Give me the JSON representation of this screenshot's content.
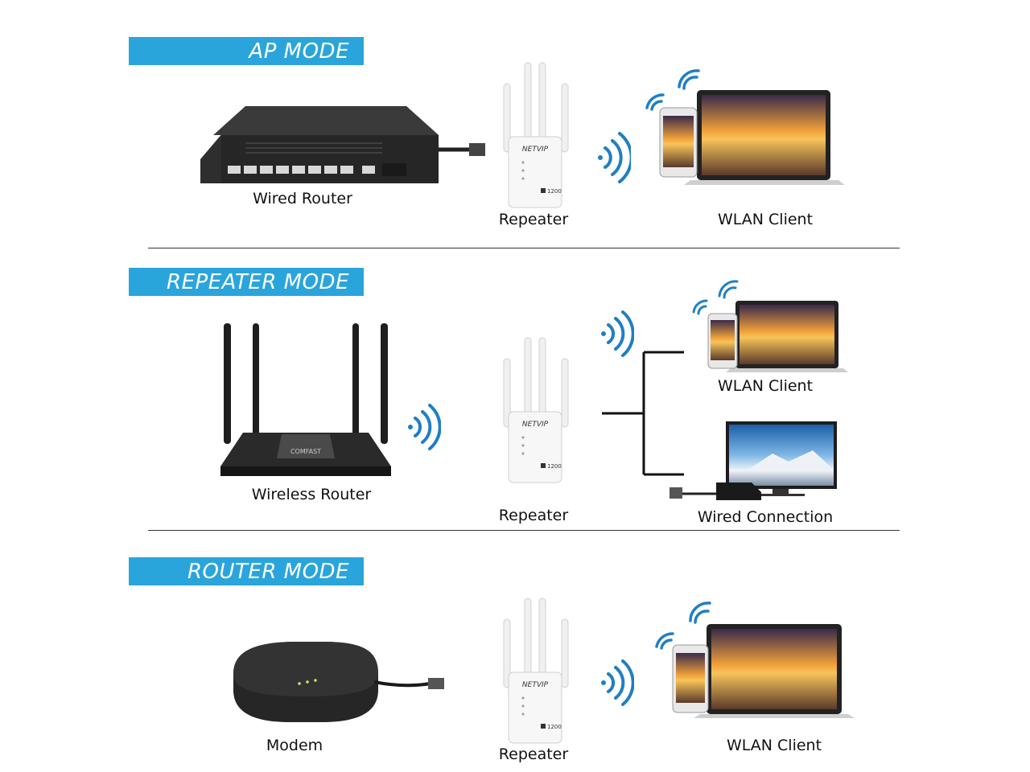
{
  "sections": {
    "ap": {
      "title": "AP MODE",
      "source_label": "Wired Router",
      "repeater_label": "Repeater",
      "client_label": "WLAN Client"
    },
    "repeater": {
      "title": "REPEATER MODE",
      "source_label": "Wireless Router",
      "repeater_label": "Repeater",
      "client_label": "WLAN Client",
      "wired_label": "Wired Connection"
    },
    "router": {
      "title": "ROUTER MODE",
      "source_label": "Modem",
      "repeater_label": "Repeater",
      "client_label": "WLAN Client"
    }
  },
  "device_text": {
    "repeater_brand": "NETVIP",
    "repeater_model": "1200",
    "router_brand": "COMFAST"
  },
  "colors": {
    "banner": "#2aa5dc",
    "wifi_waves": "#1f7fc4",
    "device_dark": "#2b2b2b",
    "repeater_body": "#f4f4f4"
  }
}
